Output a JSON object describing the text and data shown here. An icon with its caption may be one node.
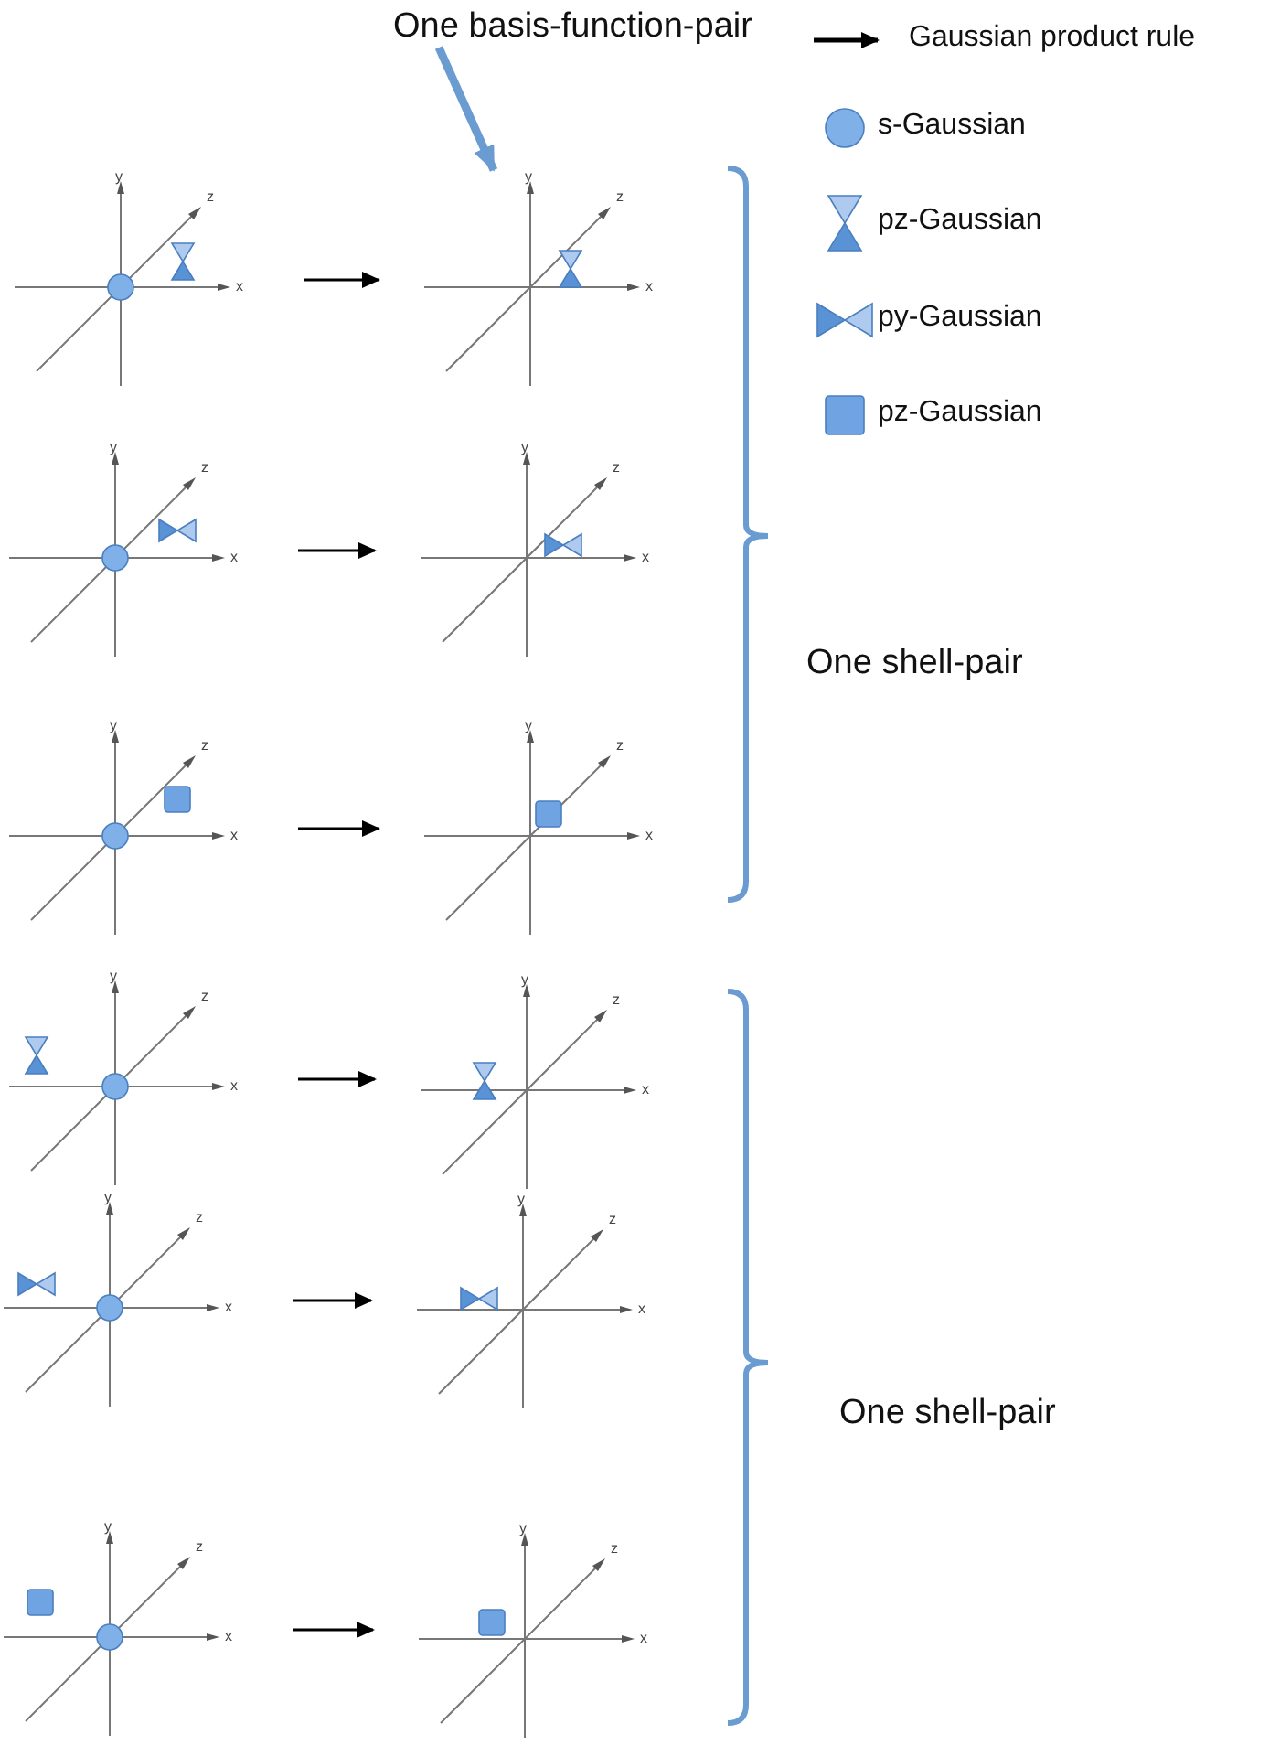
{
  "diagram": {
    "nodes": [
      {
        "text": [
          "One basis-function-pair"
        ]
      },
      {
        "text": [],
        "shape": "picture"
      },
      {
        "text": [],
        "shape": "picture"
      },
      {
        "text": [],
        "shape": "picture"
      },
      {
        "text": [],
        "shape": "picture"
      },
      {
        "text": [],
        "shape": "picture"
      },
      {
        "text": [],
        "shape": "picture"
      },
      {
        "text": [],
        "shape": "picture"
      },
      {
        "text": [],
        "shape": "picture"
      },
      {
        "text": [],
        "shape": "picture"
      },
      {
        "text": [],
        "shape": "picture"
      },
      {
        "text": [],
        "shape": "picture"
      },
      {
        "text": [],
        "shape": "picture"
      }
    ],
    "edges": [
      {
        "from": 0,
        "to": 2,
        "arrow": "to",
        "style": "thick",
        "color": "#6a9bd1"
      },
      {
        "from": 1,
        "to": 2,
        "arrow": "to"
      },
      {
        "from": 3,
        "to": 4,
        "arrow": "to"
      },
      {
        "from": 5,
        "to": 6,
        "arrow": "to"
      },
      {
        "from": 7,
        "to": 8,
        "arrow": "to"
      },
      {
        "from": 9,
        "to": 10,
        "arrow": "to"
      },
      {
        "from": 11,
        "to": 12,
        "arrow": "to"
      }
    ],
    "labels": [
      "y",
      "z",
      "x",
      "y",
      "z",
      "x",
      "y",
      "z",
      "x",
      "y",
      "z",
      "x",
      "One shell-pair",
      "y",
      "z",
      "x",
      "y",
      "z",
      "x",
      "y",
      "z",
      "x",
      "y",
      "z",
      "x",
      "y",
      "z",
      "x",
      "y",
      "z",
      "x",
      "One shell-pair",
      "y",
      "z",
      "x",
      "y",
      "z",
      "x"
    ],
    "legend": [
      {
        "text": "Gaussian product rule"
      },
      {
        "text": "s-Gaussian"
      },
      {
        "text": "pz-Gaussian"
      },
      {
        "text": "py-Gaussian"
      },
      {
        "text": "pz-Gaussian"
      }
    ]
  }
}
